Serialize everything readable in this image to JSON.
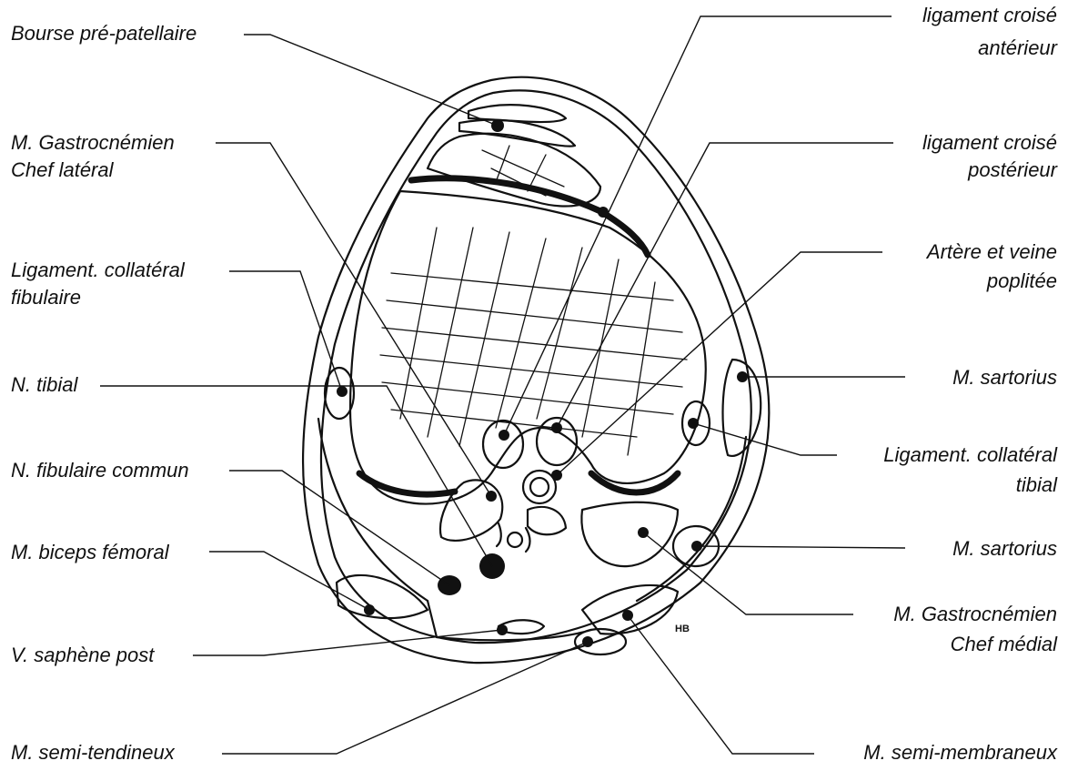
{
  "labels": {
    "bourse": "Bourse pré-patellaire",
    "gastro_lat_1": "M. Gastrocnémien",
    "gastro_lat_2": "Chef latéral",
    "lig_fib_1": "Ligament. collatéral",
    "lig_fib_2": "fibulaire",
    "n_tibial": "N. tibial",
    "n_fibulaire": "N. fibulaire commun",
    "biceps": "M. biceps fémoral",
    "saphene": "V. saphène post",
    "semi_tend": "M. semi-tendineux",
    "lca_1": "ligament croisé",
    "lca_2": "antérieur",
    "lcp_1": "ligament croisé",
    "lcp_2": "postérieur",
    "artere_1": "Artère et veine",
    "artere_2": "poplitée",
    "sartorius_1": "M. sartorius",
    "lig_tib_1": "Ligament. collatéral",
    "lig_tib_2": "tibial",
    "sartorius_2": "M. sartorius",
    "gastro_med_1": "M. Gastrocnémien",
    "gastro_med_2": "Chef médial",
    "semi_memb": "M. semi-membraneux"
  },
  "signature": "HB",
  "colors": {
    "ink": "#111111",
    "background": "#ffffff"
  }
}
